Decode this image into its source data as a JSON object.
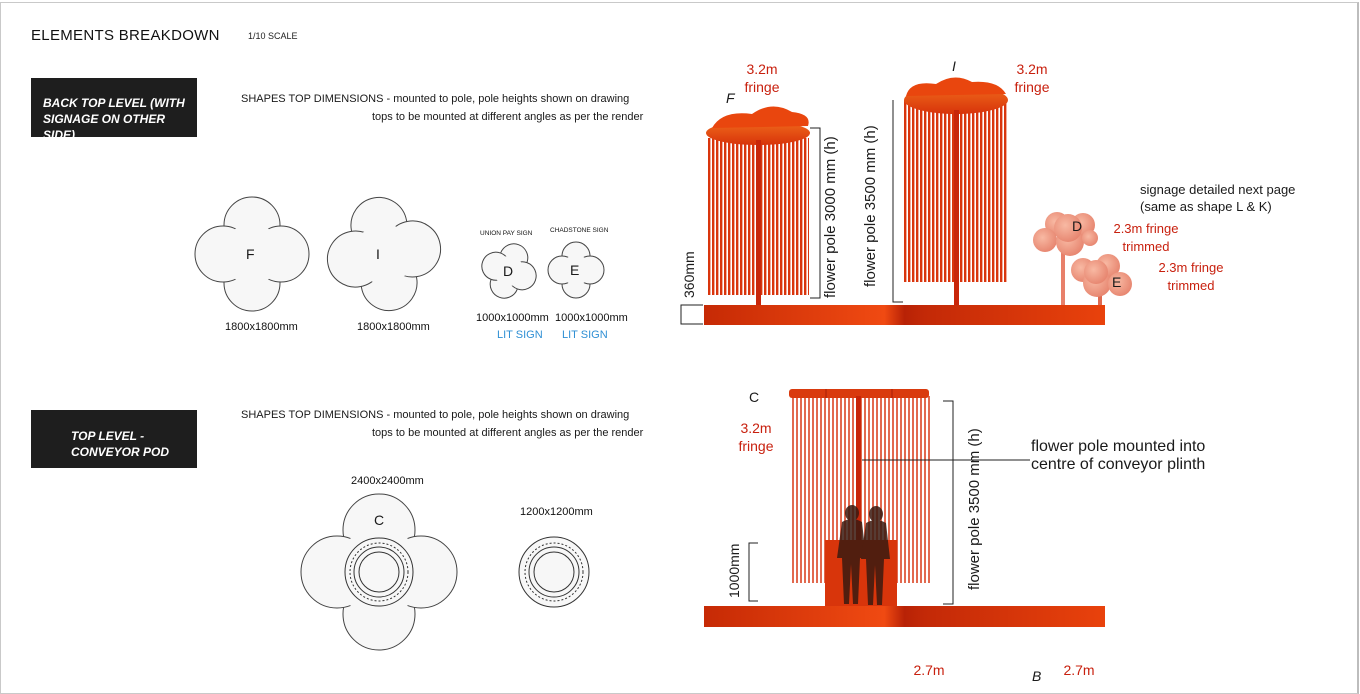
{
  "header": {
    "title": "ELEMENTS BREAKDOWN",
    "scale": "1/10 SCALE"
  },
  "section1": {
    "label_line1": "BACK TOP LEVEL (WITH",
    "label_line2": "SIGNAGE ON OTHER SIDE)",
    "note_line1": "SHAPES TOP DIMENSIONS - mounted to pole, pole heights shown on drawing",
    "note_line2": "tops to be mounted at different angles as per the render",
    "shapes": [
      {
        "letter": "F",
        "size": "1800x1800mm"
      },
      {
        "letter": "I",
        "size": "1800x1800mm"
      },
      {
        "letter": "D",
        "size": "1000x1000mm",
        "sign": "UNION PAY SIGN",
        "type": "LIT SIGN"
      },
      {
        "letter": "E",
        "size": "1000x1000mm",
        "sign": "CHADSTONE SIGN",
        "type": "LIT SIGN"
      }
    ],
    "elevation": {
      "f_label": "F",
      "i_label": "I",
      "f_fringe_1": "3.2m",
      "f_fringe_2": "fringe",
      "i_fringe_1": "3.2m",
      "i_fringe_2": "fringe",
      "plinth_height": "360mm",
      "pole_f": "flower pole 3000 mm (h)",
      "pole_i": "flower pole 3500 mm (h)",
      "signage_note_1": "signage detailed next page",
      "signage_note_2": "(same as shape L & K)",
      "d_label": "D",
      "e_label": "E",
      "d_fringe_1": "2.3m fringe",
      "d_fringe_2": "trimmed",
      "e_fringe_1": "2.3m fringe",
      "e_fringe_2": "trimmed"
    }
  },
  "section2": {
    "label_line1": "TOP LEVEL  -",
    "label_line2": "CONVEYOR POD",
    "note_line1": "SHAPES TOP DIMENSIONS - mounted to pole, pole heights shown on drawing",
    "note_line2": "tops to be mounted at different angles as per the render",
    "shape_c": {
      "letter": "C",
      "size": "2400x2400mm"
    },
    "ring": {
      "size": "1200x1200mm"
    },
    "elevation": {
      "c_label": "C",
      "c_fringe_1": "3.2m",
      "c_fringe_2": "fringe",
      "plinth_height": "1000mm",
      "pole": "flower pole 3500 mm (h)",
      "mount_note_1": "flower pole mounted into",
      "mount_note_2": "centre of conveyor plinth"
    }
  },
  "footer": {
    "left_fringe": "2.7m",
    "right_fringe": "2.7m",
    "letter": "B"
  },
  "colors": {
    "accent_red": "#c8200e",
    "lit_sign_blue": "#2f8fd4",
    "label_box": "#1e1e1e",
    "orange": "#e8400c"
  }
}
